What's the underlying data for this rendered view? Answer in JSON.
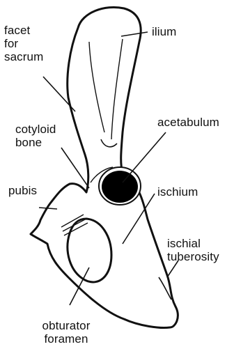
{
  "title": "",
  "colors": {
    "ink": "#111111",
    "bone_fill": "#ffffff",
    "socket_fill": "#000000"
  },
  "labels": {
    "facet": [
      "facet",
      "for",
      "sacrum"
    ],
    "ilium": "ilium",
    "acetabulum": "acetabulum",
    "cotyloid": [
      "cotyloid",
      "bone"
    ],
    "pubis": "pubis",
    "ischium": "ischium",
    "ischial_tuberosity": [
      "ischial",
      "tuberosity"
    ],
    "obturator_foramen": [
      "obturator",
      "foramen"
    ]
  }
}
